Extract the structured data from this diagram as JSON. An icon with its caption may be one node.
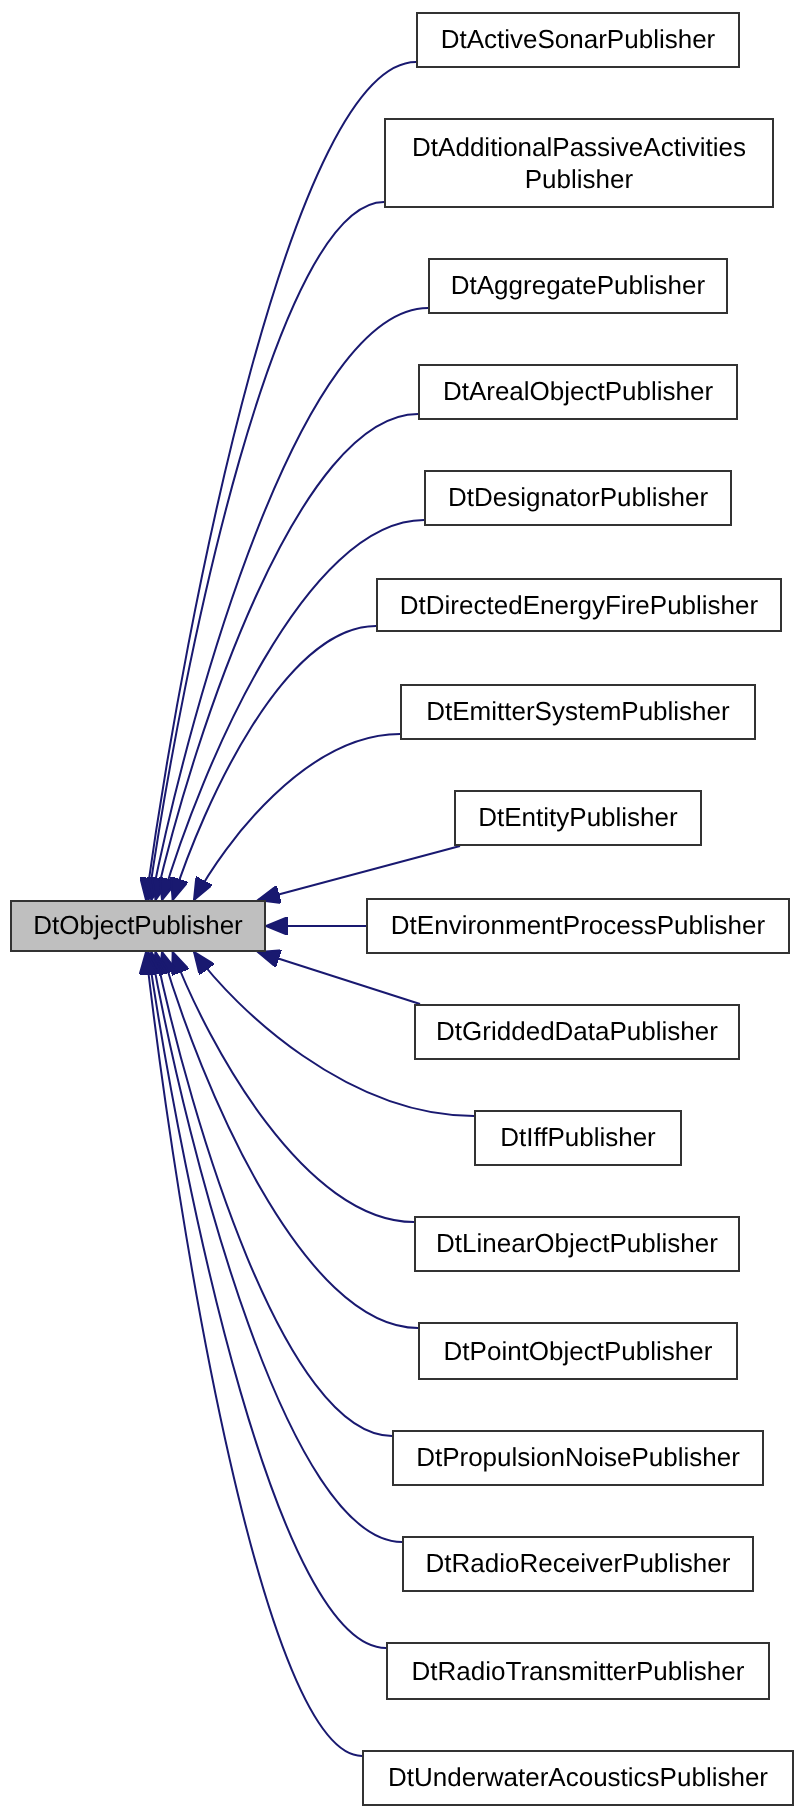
{
  "diagram": {
    "nodes": [
      {
        "text": [
          "DtObjectPublisher"
        ]
      },
      {
        "text": [
          "DtActiveSonarPublisher"
        ]
      },
      {
        "text": [
          "DtAdditionalPassiveActivities Publisher"
        ]
      },
      {
        "text": [
          "DtAggregatePublisher"
        ]
      },
      {
        "text": [
          "DtArealObjectPublisher"
        ]
      },
      {
        "text": [
          "DtDesignatorPublisher"
        ]
      },
      {
        "text": [
          "DtDirectedEnergyFirePublisher"
        ]
      },
      {
        "text": [
          "DtEmitterSystemPublisher"
        ]
      },
      {
        "text": [
          "DtEntityPublisher"
        ]
      },
      {
        "text": [
          "DtEnvironmentProcessPublisher"
        ]
      },
      {
        "text": [
          "DtGriddedDataPublisher"
        ]
      },
      {
        "text": [
          "DtIffPublisher"
        ]
      },
      {
        "text": [
          "DtLinearObjectPublisher"
        ]
      },
      {
        "text": [
          "DtPointObjectPublisher"
        ]
      },
      {
        "text": [
          "DtPropulsionNoisePublisher"
        ]
      },
      {
        "text": [
          "DtRadioReceiverPublisher"
        ]
      },
      {
        "text": [
          "DtRadioTransmitterPublisher"
        ]
      },
      {
        "text": [
          "DtUnderwaterAcousticsPublisher"
        ]
      }
    ],
    "edges": [
      {
        "from": 1,
        "to": 0,
        "arrow": "to"
      },
      {
        "from": 2,
        "to": 0,
        "arrow": "to"
      },
      {
        "from": 3,
        "to": 0,
        "arrow": "to"
      },
      {
        "from": 4,
        "to": 0,
        "arrow": "to"
      },
      {
        "from": 5,
        "to": 0,
        "arrow": "to"
      },
      {
        "from": 6,
        "to": 0,
        "arrow": "to"
      },
      {
        "from": 7,
        "to": 0,
        "arrow": "to"
      },
      {
        "from": 8,
        "to": 0,
        "arrow": "to"
      },
      {
        "from": 9,
        "to": 0,
        "arrow": "to"
      },
      {
        "from": 10,
        "to": 0,
        "arrow": "to"
      },
      {
        "from": 11,
        "to": 0,
        "arrow": "to"
      },
      {
        "from": 12,
        "to": 0,
        "arrow": "to"
      },
      {
        "from": 13,
        "to": 0,
        "arrow": "to"
      },
      {
        "from": 14,
        "to": 0,
        "arrow": "to"
      },
      {
        "from": 15,
        "to": 0,
        "arrow": "to"
      },
      {
        "from": 16,
        "to": 0,
        "arrow": "to"
      },
      {
        "from": 17,
        "to": 0,
        "arrow": "to"
      }
    ]
  }
}
